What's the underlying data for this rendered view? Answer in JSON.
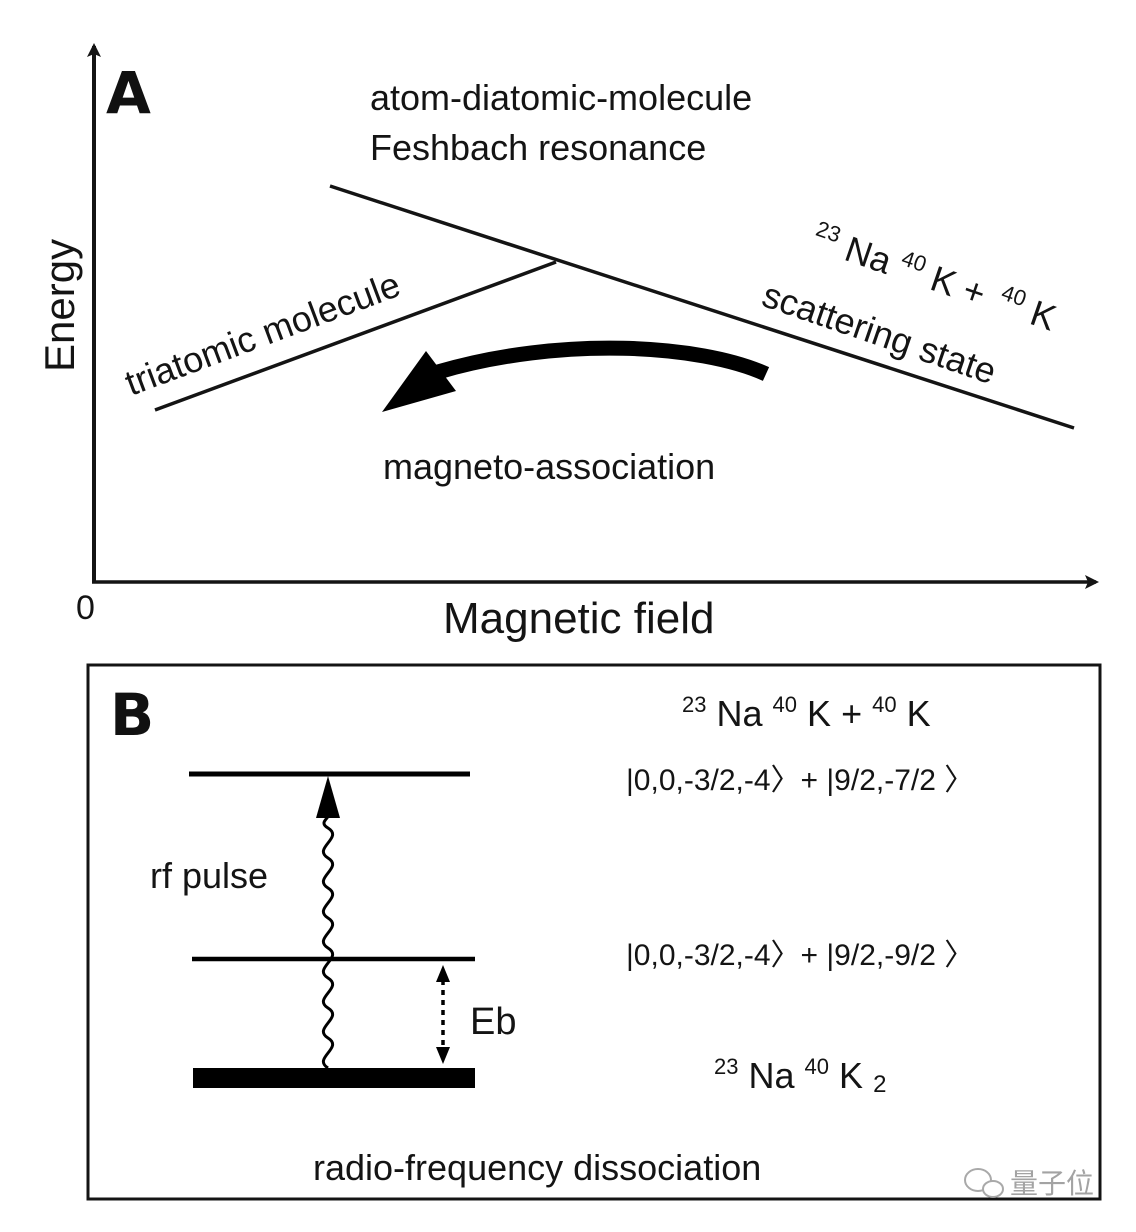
{
  "panel_a": {
    "letter": "A",
    "y_axis_label": "Energy",
    "x_axis_label": "Magnetic field",
    "origin_label": "0",
    "resonance_title_line1": "atom-diatomic-molecule",
    "resonance_title_line2": "Feshbach resonance",
    "triatomic_label": "triatomic molecule",
    "scattering_formula": {
      "m1": "23",
      "e1": "Na",
      "m2": "40",
      "e2": "K",
      "plus": " +",
      "m3": "40",
      "e3": "K"
    },
    "scattering_label": "scattering state",
    "arrow_label": "magneto-association"
  },
  "panel_b": {
    "letter": "B",
    "top_formula": {
      "m1": "23",
      "e1": "Na",
      "m2": "40",
      "e2": "K",
      "plus": " +",
      "m3": "40",
      "e3": "K"
    },
    "upper_state": "|0,0,-3/2,-4〉+ |9/2,-7/2 〉",
    "middle_state": "|0,0,-3/2,-4〉+ |9/2,-9/2 〉",
    "rf_label": "rf pulse",
    "binding_label": "Eb",
    "bottom_formula": {
      "m1": "23",
      "e1": "Na",
      "m2": "40",
      "e2": "K",
      "sub": "2"
    },
    "caption": "radio-frequency dissociation"
  },
  "watermark": {
    "text": "量子位",
    "icon": "wechat-bubble-icon"
  }
}
